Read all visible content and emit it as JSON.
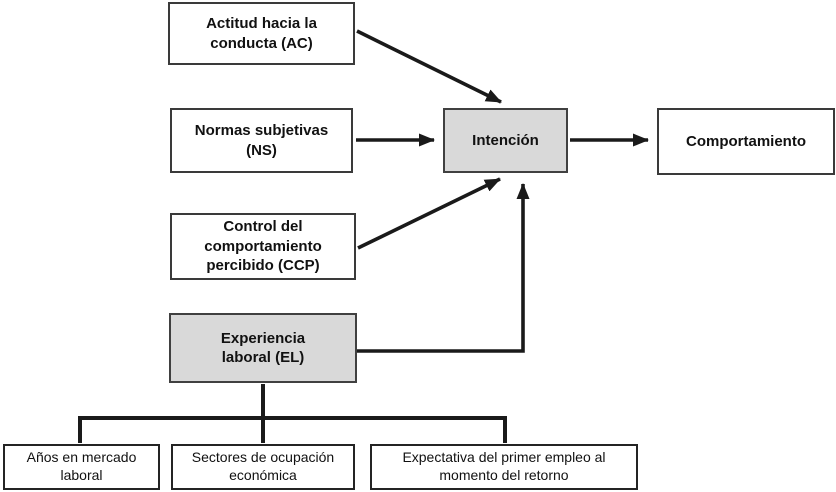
{
  "colors": {
    "node_fill_white": "#ffffff",
    "node_fill_gray": "#d9d9d9",
    "node_border": "#3a3a3a",
    "line": "#1a1a1a",
    "text": "#111111"
  },
  "diagram": {
    "nodes": {
      "ac": {
        "label": "Actitud hacia la\nconducta (AC)"
      },
      "ns": {
        "label": "Normas subjetivas\n(NS)"
      },
      "ccp": {
        "label": "Control del\ncomportamiento\npercibido (CCP)"
      },
      "el": {
        "label": "Experiencia\nlaboral (EL)"
      },
      "intencion": {
        "label": "Intención"
      },
      "comportamiento": {
        "label": "Comportamiento"
      },
      "anios": {
        "label": "Años en mercado\nlaboral"
      },
      "sectores": {
        "label": "Sectores de ocupación\neconómica"
      },
      "expectativa": {
        "label": "Expectativa del primer empleo al\nmomento del retorno"
      }
    },
    "edges": [
      {
        "from": "Actitud hacia la conducta (AC)",
        "to": "Intención",
        "type": "arrow"
      },
      {
        "from": "Normas subjetivas (NS)",
        "to": "Intención",
        "type": "arrow"
      },
      {
        "from": "Control del comportamiento percibido (CCP)",
        "to": "Intención",
        "type": "arrow"
      },
      {
        "from": "Experiencia laboral (EL)",
        "to": "Intención",
        "type": "arrow"
      },
      {
        "from": "Intención",
        "to": "Comportamiento",
        "type": "arrow"
      },
      {
        "from": "Experiencia laboral (EL)",
        "to": "Años en mercado laboral",
        "type": "line"
      },
      {
        "from": "Experiencia laboral (EL)",
        "to": "Sectores de ocupación económica",
        "type": "line"
      },
      {
        "from": "Experiencia laboral (EL)",
        "to": "Expectativa del primer empleo al momento del retorno",
        "type": "line"
      }
    ]
  }
}
